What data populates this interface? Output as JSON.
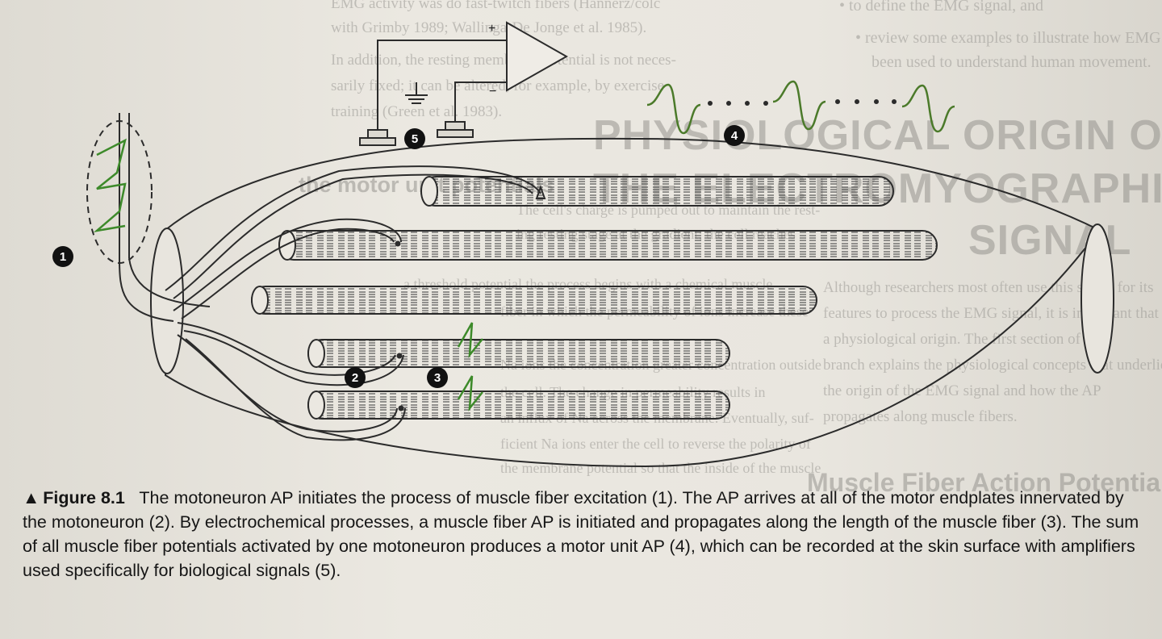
{
  "background_text": {
    "left": [
      {
        "text": "EMG activity was do fast-twitch fibers (Hannerz/colc"
      },
      {
        "text": "with Grimby 1989; Wallinga-De Jonge et al. 1985)."
      },
      {
        "text": "In addition, the resting membrane potential is not neces-"
      },
      {
        "text": "sarily fixed; it can be altered, for example, by exercise"
      },
      {
        "text": "training (Green et al. 1983)."
      },
      {
        "text": "the motor unit potentials"
      },
      {
        "text": "The cell's charge is pumped out to maintain the rest-"
      },
      {
        "text": "ing resting stage at the gradient; the cell reaches"
      },
      {
        "text": "a threshold potential the process begins with a chemical muscle"
      },
      {
        "text": "fiber in which the permeability of ions increase these"
      },
      {
        "text": "Na ions the concentration greater concentration outside"
      },
      {
        "text": "the cell. The change in permeability results in"
      },
      {
        "text": "an influx of Na across the membrane. Eventually, suf-"
      },
      {
        "text": "ficient Na ions enter the cell to reverse the polarity of"
      },
      {
        "text": "the membrane potential so that the inside of the muscle"
      }
    ],
    "right_top": [
      {
        "text": "• to define the EMG signal, and"
      },
      {
        "text": "• review some examples to illustrate how EMG has"
      },
      {
        "text": "been used to understand human movement."
      }
    ],
    "heading_lines": [
      {
        "text": "PHYSIOLOGICAL ORIGIN OF"
      },
      {
        "text": "THE ELECTROMYOGRAPHIC"
      },
      {
        "text": "SIGNAL"
      }
    ],
    "right_body": [
      {
        "text": "Although researchers most often use this signal for its"
      },
      {
        "text": "features to process the EMG signal, it is important that"
      },
      {
        "text": "a physiological origin. The first section of this"
      },
      {
        "text": "branch explains the physiological concepts that underlie"
      },
      {
        "text": "the origin of the EMG signal and how the AP"
      },
      {
        "text": "propagates along muscle fibers."
      }
    ],
    "right_heading2": "Muscle Fiber Action Potential"
  },
  "diagram": {
    "markers": [
      {
        "label": "1"
      },
      {
        "label": "2"
      },
      {
        "label": "3"
      },
      {
        "label": "4"
      },
      {
        "label": "5"
      }
    ],
    "amplifier": {
      "plus_sign": "+",
      "minus_sign": "−"
    },
    "colors": {
      "line": "#2b2b2b",
      "waveform": "#4b7a2a",
      "ap_zigzag": "#3d8a2a",
      "marker_fill": "#111111"
    }
  },
  "caption": {
    "triangle": "▲",
    "figure_label": "Figure 8.1",
    "text": "The motoneuron AP initiates the process of muscle fiber excitation (1). The AP arrives at all of the motor endplates innervated by the motoneuron (2). By electrochemical processes, a muscle fiber AP is initiated and propagates along the length of the muscle fiber (3). The sum of all muscle fiber potentials activated by one motoneuron produces a motor unit AP (4), which can be recorded at the skin surface with amplifiers used specifically for biological signals (5)."
  }
}
